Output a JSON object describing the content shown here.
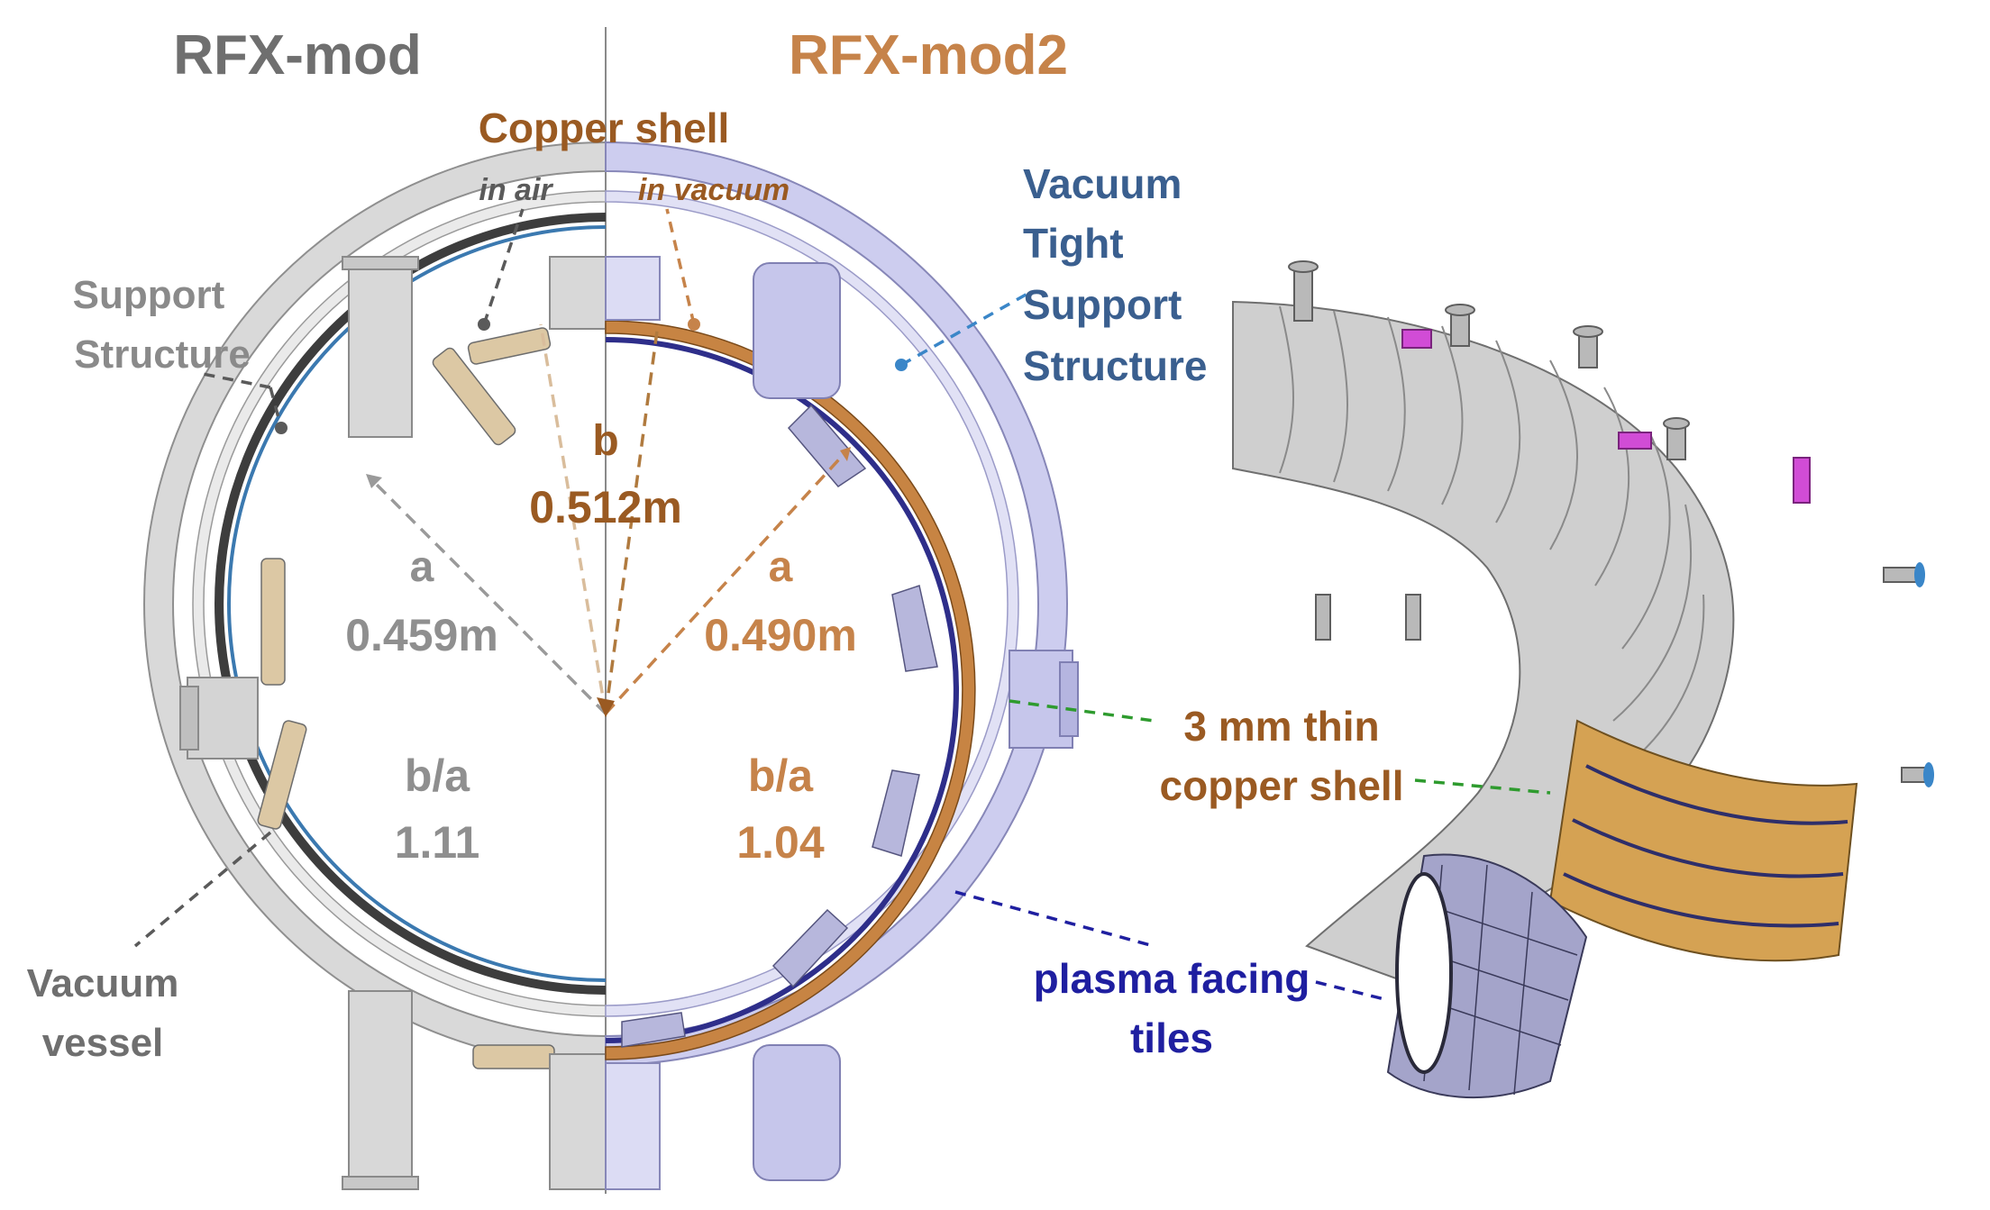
{
  "headers": {
    "left": "RFX-mod",
    "right": "RFX-mod2"
  },
  "copper_shell": {
    "title": "Copper shell",
    "left_note": "in air",
    "right_note": "in vacuum"
  },
  "left_labels": {
    "support_structure": [
      "Support",
      "Structure"
    ],
    "vacuum_vessel": [
      "Vacuum",
      "vessel"
    ]
  },
  "right_labels": {
    "vacuum_tight": [
      "Vacuum",
      "Tight",
      "Support",
      "Structure"
    ],
    "copper_thin": [
      "3 mm thin",
      "copper shell"
    ],
    "tiles": [
      "plasma facing",
      "tiles"
    ]
  },
  "dimensions": {
    "b_symbol": "b",
    "b_value": "0.512m",
    "left_a_symbol": "a",
    "left_a_value": "0.459m",
    "right_a_symbol": "a",
    "right_a_value": "0.490m",
    "left_ratio_symbol": "b/a",
    "left_ratio_value": "1.11",
    "right_ratio_symbol": "b/a",
    "right_ratio_value": "1.04"
  },
  "colors": {
    "gray_text": "#7f7f7f",
    "copper_text": "#c6834a",
    "dark_copper": "#9a5a22",
    "blue_text": "#3a5f8f",
    "navy_text": "#1f1fa0",
    "green_line": "#2e9b2e",
    "support_gray": "#d7d7d7",
    "support_lilac": "#c9c9ee",
    "copper_fill": "#d5a253",
    "tile_fill": "#9e9ec4"
  }
}
